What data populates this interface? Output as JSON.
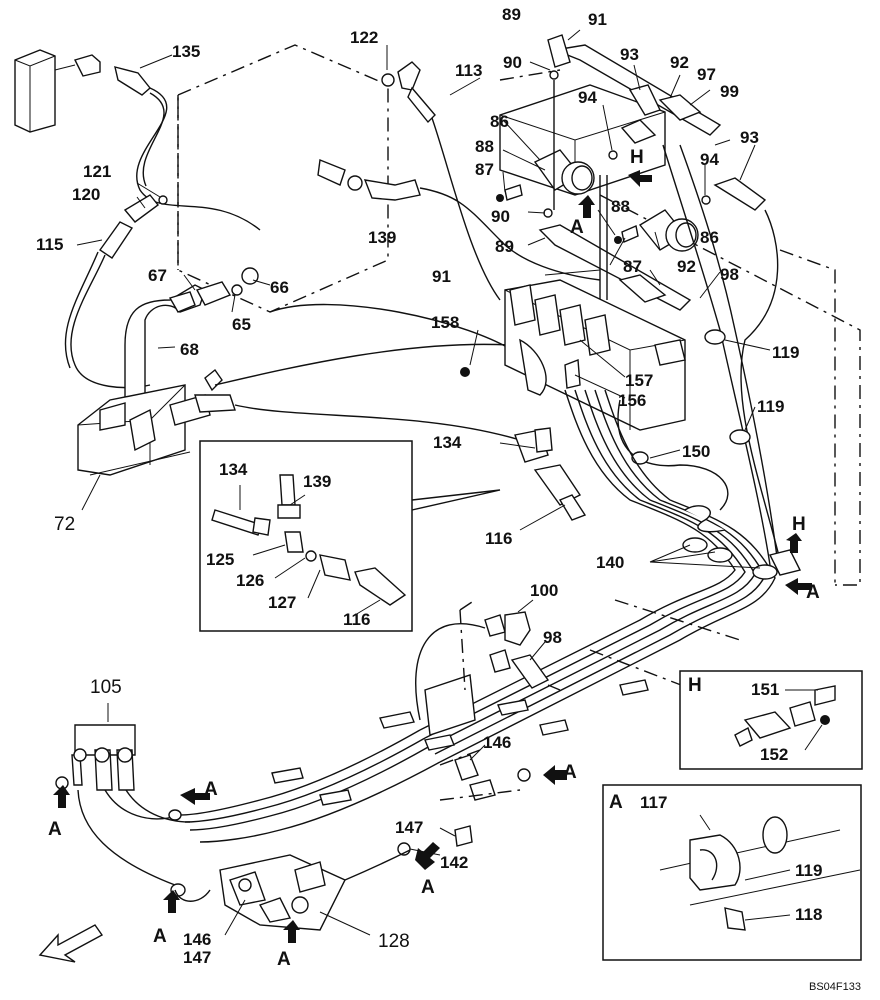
{
  "drawing_code": "BS04F133",
  "inset_titles": {
    "detail_a": "A",
    "detail_h": "H"
  },
  "callouts": {
    "c135": "135",
    "c122": "122",
    "c113": "113",
    "c89": "89",
    "c91": "91",
    "c90": "90",
    "c93": "93",
    "c92": "92",
    "c97": "97",
    "c99": "99",
    "c94": "94",
    "c86": "86",
    "c88": "88",
    "c87": "87",
    "c121": "121",
    "c120": "120",
    "c115": "115",
    "c67": "67",
    "c66": "66",
    "c65": "65",
    "c68": "68",
    "c72": "72",
    "c158": "158",
    "c157": "157",
    "c156": "156",
    "c119": "119",
    "c134": "134",
    "c139": "139",
    "c125": "125",
    "c126": "126",
    "c127": "127",
    "c116": "116",
    "c150": "150",
    "c140": "140",
    "c100": "100",
    "c98": "98",
    "c105": "105",
    "c146": "146",
    "c147": "147",
    "c142": "142",
    "c128": "128",
    "c151": "151",
    "c152": "152",
    "c117": "117",
    "c118": "118",
    "cA": "A",
    "cH": "H"
  }
}
